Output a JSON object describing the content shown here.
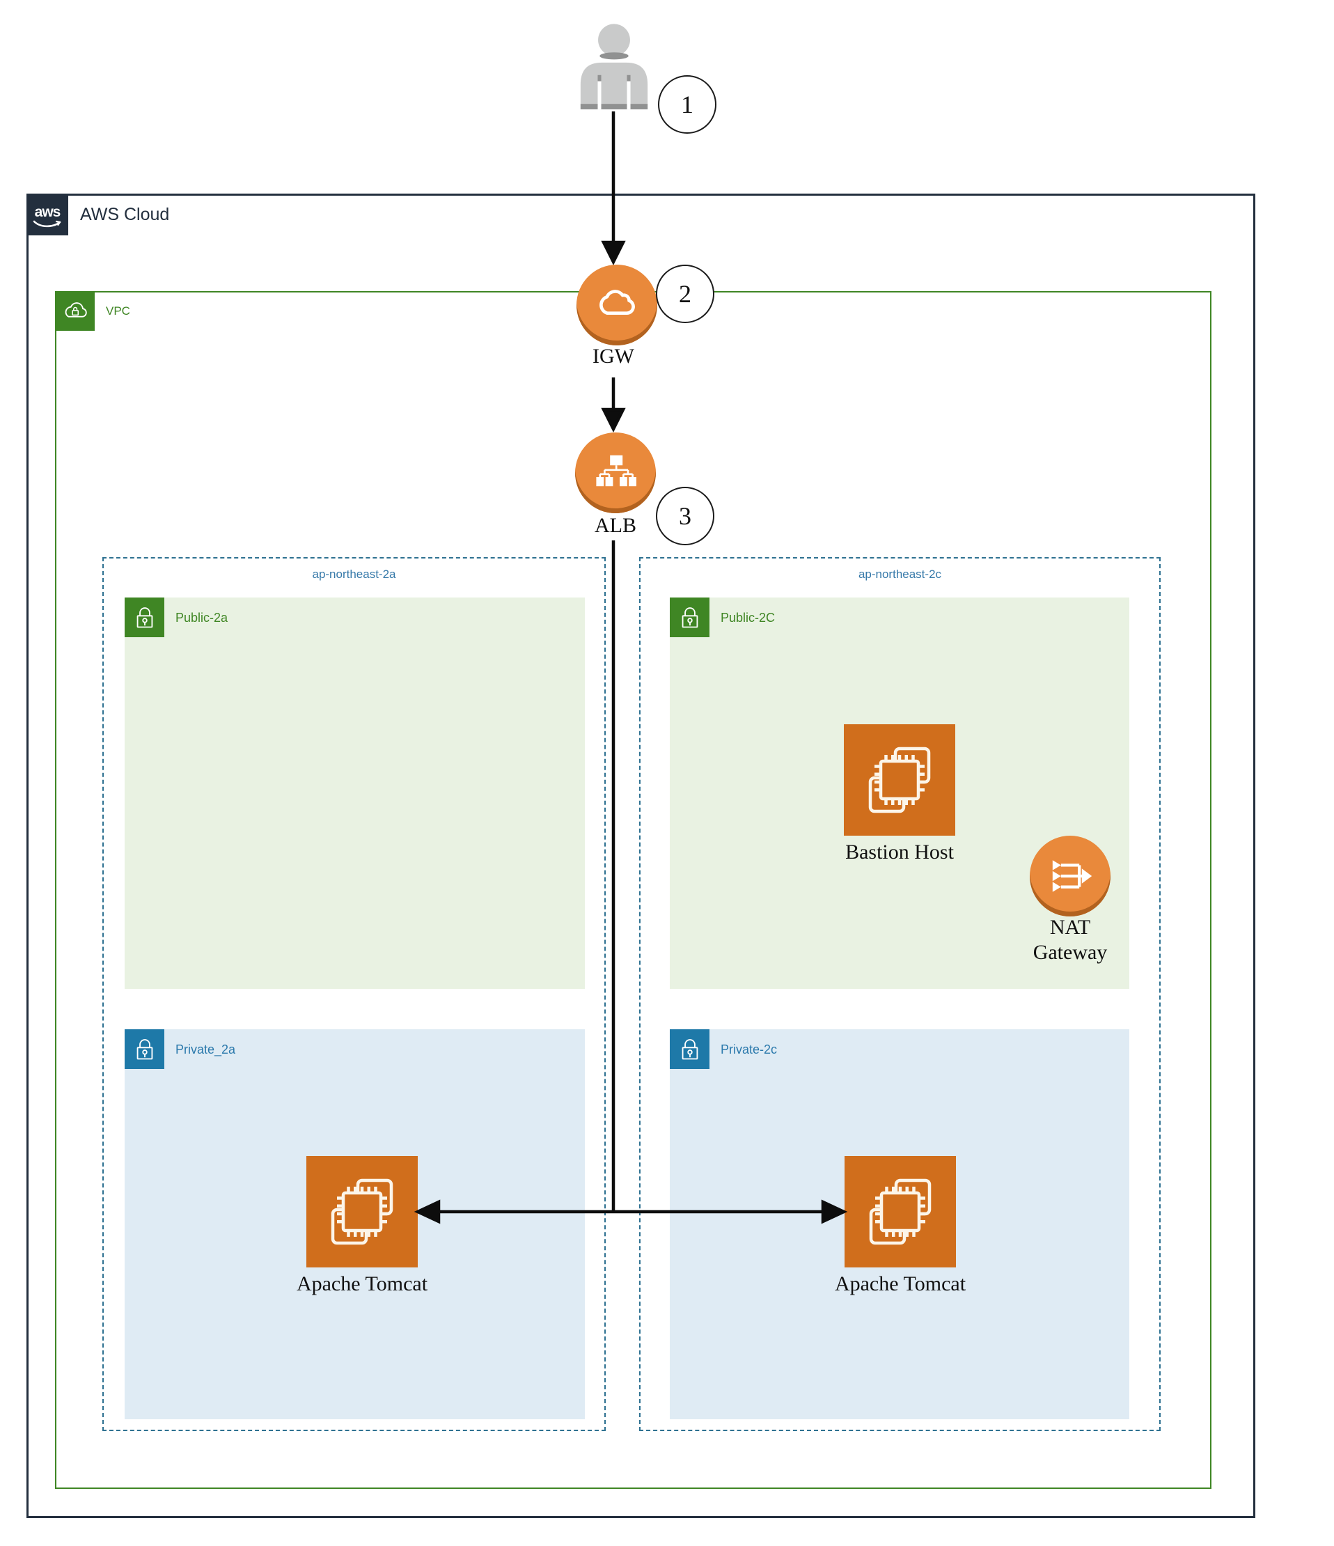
{
  "user": {
    "badge": "1"
  },
  "aws_cloud": {
    "logo_text": "aws",
    "title": "AWS Cloud"
  },
  "vpc": {
    "label": "VPC"
  },
  "internet_gateway": {
    "label": "IGW",
    "badge": "2"
  },
  "load_balancer": {
    "label": "ALB",
    "badge": "3"
  },
  "azs": [
    {
      "label": "ap-northeast-2a",
      "public_subnet": {
        "label": "Public-2a"
      },
      "private_subnet": {
        "label": "Private_2a",
        "instance_label": "Apache Tomcat"
      }
    },
    {
      "label": "ap-northeast-2c",
      "public_subnet": {
        "label": "Public-2C",
        "instance_label": "Bastion Host",
        "nat_label_line1": "NAT",
        "nat_label_line2": "Gateway"
      },
      "private_subnet": {
        "label": "Private-2c",
        "instance_label": "Apache Tomcat"
      }
    }
  ],
  "icons": {
    "user": "person-silhouette",
    "aws_logo": "aws-smile-logo",
    "vpc": "cloud-with-lock",
    "internet_gateway": "cloud",
    "load_balancer": "load-balancer-tree",
    "nat_gateway": "nat-arrows",
    "ec2_instance": "ec2-chip",
    "subnet": "lock"
  },
  "colors": {
    "aws_border": "#232F3E",
    "vpc_green": "#3F8624",
    "public_subnet_fill": "#E9F2E2",
    "private_subnet_fill": "#DFEBF4",
    "private_blue": "#1E79A8",
    "az_dashed_border": "#2E7191",
    "az_label_blue": "#3679A9",
    "gateway_circle_orange": "#E9893B",
    "ec2_square_orange": "#D06E1C",
    "arrow_black": "#0D0D0D"
  }
}
